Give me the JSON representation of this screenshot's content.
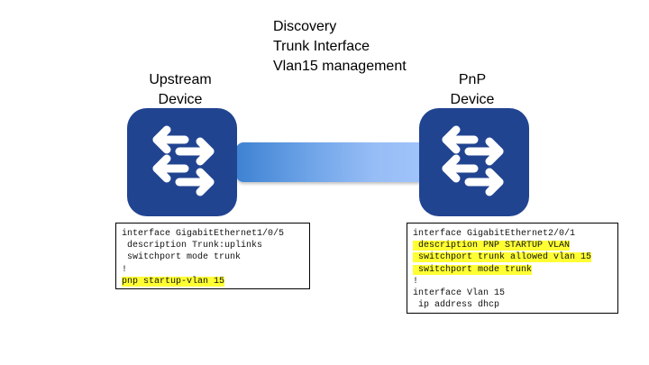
{
  "title_lines": [
    "Discovery",
    "Trunk Interface",
    "Vlan15 management"
  ],
  "devices": {
    "upstream": {
      "label_lines": [
        "Upstream",
        "Device"
      ],
      "icon": "switch-arrows-icon"
    },
    "pnp": {
      "label_lines": [
        "PnP",
        "Device"
      ],
      "icon": "switch-arrows-icon"
    }
  },
  "link": {
    "type": "trunk-link",
    "gradient_from": "#3e82d2",
    "gradient_to": "#9fc3fa"
  },
  "colors": {
    "switch_fill": "#214491",
    "highlight": "#ffff33"
  },
  "configs": {
    "upstream": [
      {
        "text": "interface GigabitEthernet1/0/5",
        "highlight": false
      },
      {
        "text": " description Trunk:uplinks",
        "highlight": false
      },
      {
        "text": " switchport mode trunk",
        "highlight": false
      },
      {
        "text": "!",
        "highlight": false
      },
      {
        "text": "pnp startup-vlan 15",
        "highlight": true
      }
    ],
    "pnp": [
      {
        "text": "interface GigabitEthernet2/0/1",
        "highlight": false
      },
      {
        "text": " description PNP STARTUP VLAN",
        "highlight": true
      },
      {
        "text": " switchport trunk allowed vlan 15",
        "highlight": true
      },
      {
        "text": " switchport mode trunk",
        "highlight": true
      },
      {
        "text": "!",
        "highlight": false
      },
      {
        "text": "interface Vlan 15",
        "highlight": false
      },
      {
        "text": " ip address dhcp",
        "highlight": false
      }
    ]
  }
}
